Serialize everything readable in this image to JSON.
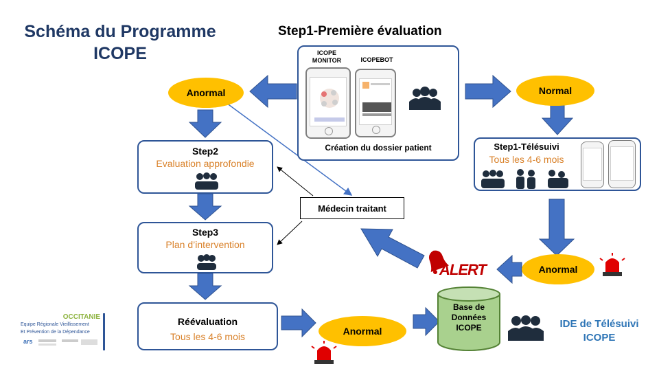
{
  "title_line1": "Schéma du Programme",
  "title_line2": "ICOPE",
  "step1": {
    "heading": "Step1-Première évaluation",
    "app1_label_line1": "ICOPE",
    "app1_label_line2": "MONITOR",
    "app2_label": "ICOPEBOT",
    "caption": "Création du dossier patient"
  },
  "ovals": {
    "anormal_top": "Anormal",
    "normal": "Normal",
    "anormal_right": "Anormal",
    "anormal_bottom": "Anormal"
  },
  "step2": {
    "title": "Step2",
    "subtitle": "Evaluation approfondie"
  },
  "step3": {
    "title": "Step3",
    "subtitle": "Plan d’intervention"
  },
  "reeval": {
    "title": "Réévaluation",
    "subtitle": "Tous les 4-6 mois"
  },
  "medecin": "Médecin traitant",
  "telesuivi": {
    "title": "Step1-Télésuivi",
    "subtitle": "Tous les 4-6 mois"
  },
  "database": {
    "line1": "Base de",
    "line2": "Données",
    "line3": "ICOPE"
  },
  "alert_label": "ALERT",
  "ide": {
    "line1": "IDE de Télésuivi",
    "line2": "ICOPE"
  },
  "logo": {
    "name": "OCCITANIE",
    "line1": "Equipe Régionale Vieillissement",
    "line2": "Et Prévention de la Dépendance",
    "mark": "ars"
  },
  "colors": {
    "title": "#1F3864",
    "box_border": "#2E5597",
    "arrow": "#4472C4",
    "oval": "#FFC000",
    "subtitle": "#D9822B",
    "database": "#A9D18E",
    "alert": "#C00000",
    "ide": "#2E75B6"
  }
}
